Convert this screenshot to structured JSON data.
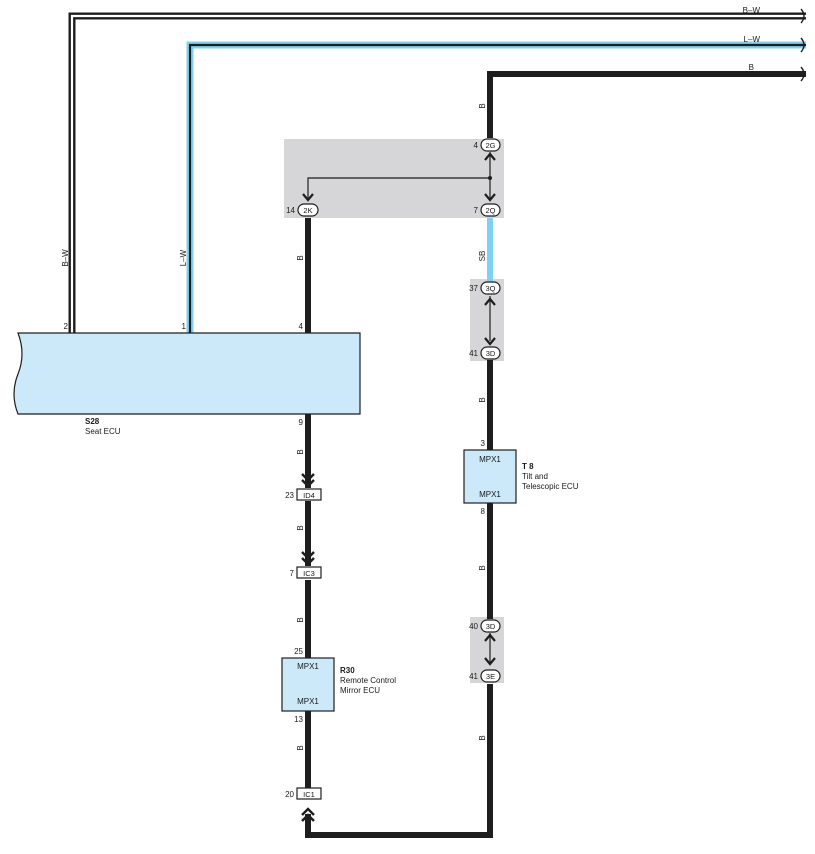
{
  "wires": {
    "bw_color": "B–W",
    "lw_color": "L–W",
    "b_color": "B",
    "sb_color": "SB"
  },
  "junction_2g": {
    "code": "2G",
    "pin": "4"
  },
  "junction_2k": {
    "code": "2K",
    "pin": "14"
  },
  "junction_2q": {
    "code": "2Q",
    "pin": "7"
  },
  "junction_3q": {
    "code": "3Q",
    "pin": "37"
  },
  "junction_3d_upper": {
    "code": "3D",
    "pin": "41"
  },
  "junction_3d_lower": {
    "code": "3D",
    "pin": "40"
  },
  "junction_3e": {
    "code": "3E",
    "pin": "41"
  },
  "connectors": {
    "id4": {
      "code": "ID4",
      "pin": "23"
    },
    "ic3": {
      "code": "IC3",
      "pin": "7"
    },
    "ic1": {
      "code": "IC1",
      "pin": "20"
    }
  },
  "seat_ecu": {
    "id": "S28",
    "name": "Seat ECU",
    "pin_bw": "2",
    "pin_lw": "1",
    "pin_top_b": "4",
    "pin_bottom_b": "9"
  },
  "tilt_ecu": {
    "id": "T 8",
    "name_line1": "Tilt and",
    "name_line2": "Telescopic ECU",
    "terminal_top": "MPX1",
    "terminal_bottom": "MPX1",
    "pin_top": "3",
    "pin_bottom": "8"
  },
  "mirror_ecu": {
    "id": "R30",
    "name_line1": "Remote Control",
    "name_line2": "Mirror ECU",
    "terminal_top": "MPX1",
    "terminal_bottom": "MPX1",
    "pin_top": "25",
    "pin_bottom": "13"
  },
  "colors": {
    "wire_black": "#1e1e1e",
    "wire_light_blue": "#7fd0f2",
    "ecu_fill": "#cce9fa",
    "junction_shade": "#d6d6d8"
  }
}
